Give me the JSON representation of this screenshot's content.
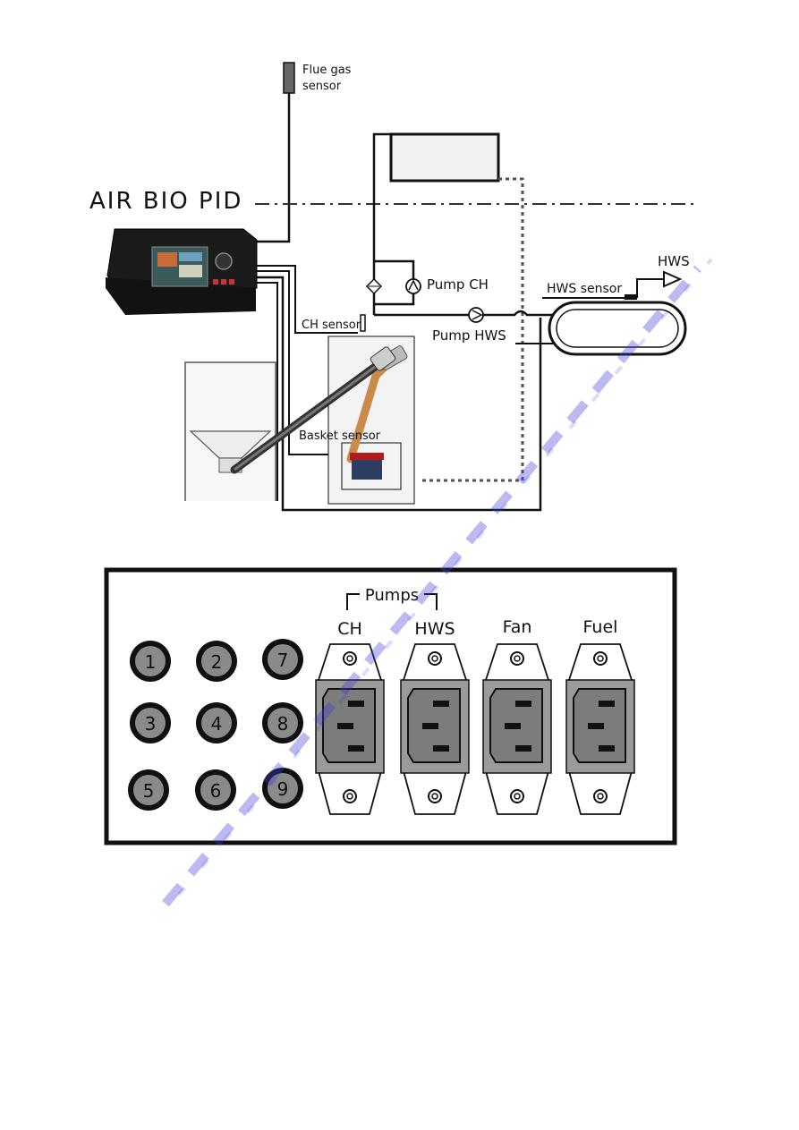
{
  "diagram": {
    "title": "AIR BIO PID",
    "labels": {
      "flue_gas_sensor_line1": "Flue gas",
      "flue_gas_sensor_line2": "sensor",
      "pump_ch": "Pump CH",
      "pump_hws": "Pump HWS",
      "hws_sensor": "HWS sensor",
      "hws": "HWS",
      "ch_sensor": "CH sensor",
      "basket_sensor": "Basket sensor"
    }
  },
  "panel": {
    "pumps_group": "Pumps",
    "terminals": [
      "1",
      "2",
      "7",
      "3",
      "4",
      "8",
      "5",
      "6",
      "9"
    ],
    "sockets": [
      {
        "label": "CH"
      },
      {
        "label": "HWS"
      },
      {
        "label": "Fan"
      },
      {
        "label": "Fuel"
      }
    ]
  },
  "colors": {
    "line": "#111111",
    "terminal_fill": "#8a8a8a",
    "socket_fill": "#9a9a9a",
    "watermark": "#3b3bd6",
    "copper": "#c98a4a",
    "basket_red": "#b01c1c",
    "basket_blue": "#2d3e62"
  }
}
